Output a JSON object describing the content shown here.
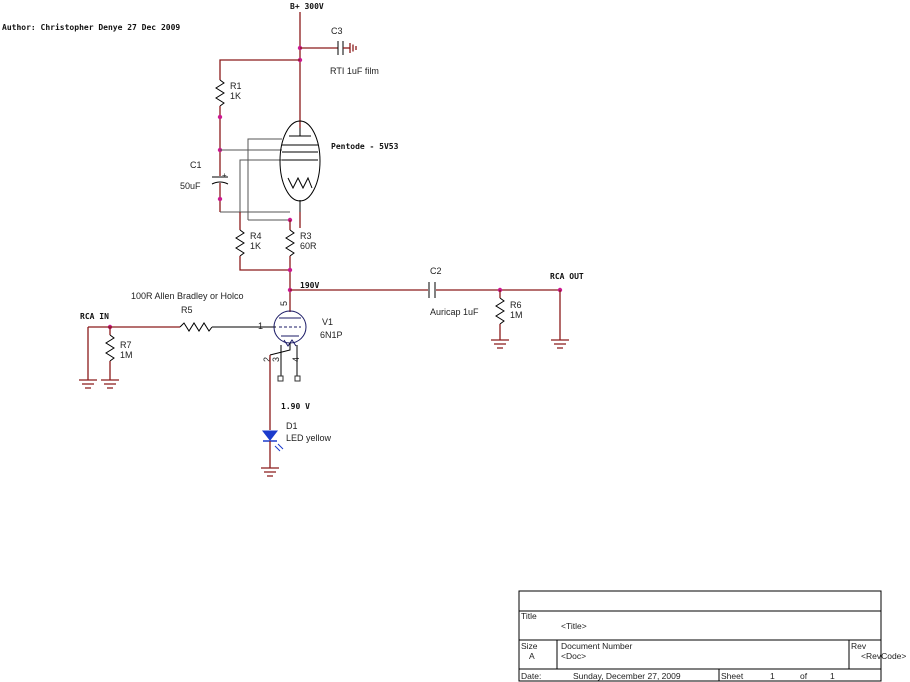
{
  "author_note": "Author: Christopher Denye 27 Dec 2009",
  "supply": {
    "label": "B+ 300V"
  },
  "components": {
    "c3": {
      "ref": "C3",
      "value": "RTI 1uF film"
    },
    "r1": {
      "ref": "R1",
      "value": "1K"
    },
    "c1": {
      "ref": "C1",
      "value": "50uF"
    },
    "pentode": {
      "value": "Pentode - 5V53"
    },
    "r4": {
      "ref": "R4",
      "value": "1K"
    },
    "r3": {
      "ref": "R3",
      "value": "60R"
    },
    "c2": {
      "ref": "C2",
      "value": "Auricap 1uF"
    },
    "r6": {
      "ref": "R6",
      "value": "1M"
    },
    "r5": {
      "ref": "R5",
      "value": "100R Allen Bradley or Holco"
    },
    "r7": {
      "ref": "R7",
      "value": "1M"
    },
    "v1": {
      "ref": "V1",
      "value": "6N1P",
      "pins": [
        "1",
        "5",
        "2",
        "3",
        "4"
      ]
    },
    "d1": {
      "ref": "D1",
      "value": "LED yellow"
    }
  },
  "nets": {
    "plate_voltage": "190V",
    "cathode_voltage": "1.90 V"
  },
  "ports": {
    "rca_in": "RCA IN",
    "rca_out": "RCA OUT"
  },
  "title_block": {
    "title_label": "Title",
    "title_value": "<Title>",
    "size_label": "Size",
    "size_value": "A",
    "docnum_label": "Document Number",
    "docnum_value": "<Doc>",
    "rev_label": "Rev",
    "rev_value": "<RevCode>",
    "date_label": "Date:",
    "date_value": "Sunday, December 27, 2009",
    "sheet_label": "Sheet",
    "sheet_num": "1",
    "of_label": "of",
    "sheet_total": "1"
  }
}
